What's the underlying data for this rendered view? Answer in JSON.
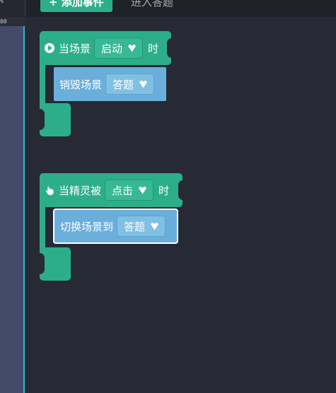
{
  "ruler": {
    "label_top": "%",
    "label_mid": "00"
  },
  "toolbar": {
    "add_event_label": "+ 添加事件",
    "enter_scene_label": "进入答题"
  },
  "blocks": {
    "scene_event": {
      "prefix": "当场景",
      "trigger": "启动",
      "suffix": "时",
      "icon": "play-circle-icon"
    },
    "destroy_scene": {
      "label": "销毁场景",
      "target": "答题"
    },
    "sprite_event": {
      "prefix": "当精灵被",
      "trigger": "点击",
      "suffix": "时",
      "icon": "hand-pointer-icon"
    },
    "switch_scene": {
      "label": "切换场景到",
      "target": "答题"
    }
  },
  "colors": {
    "event_block": "#2dae8a",
    "action_block": "#6aaedb",
    "accent": "#2fb5c8"
  }
}
